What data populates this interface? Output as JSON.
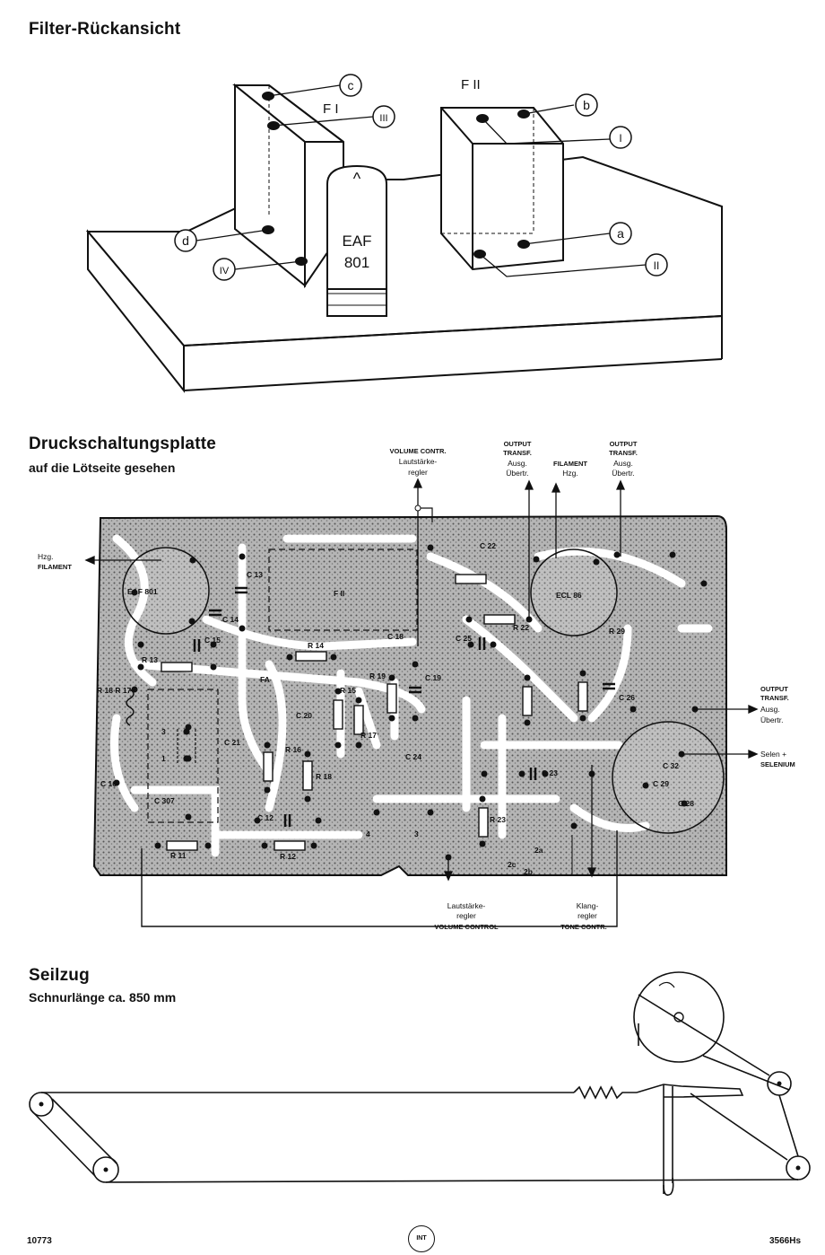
{
  "section1": {
    "title": "Filter-Rückansicht",
    "filter_labels": [
      "F I",
      "F II"
    ],
    "tube": [
      "EAF",
      "801"
    ],
    "tube_cap": "^",
    "points": [
      "c",
      "III",
      "d",
      "IV",
      "b",
      "I",
      "a",
      "II"
    ]
  },
  "section2": {
    "title": "Druckschaltungsplatte",
    "subtitle": "auf die Lötseite gesehen",
    "top_labels": {
      "volume": [
        "VOLUME CONTR.",
        "Lautstärke-",
        "regler"
      ],
      "output1": [
        "OUTPUT",
        "TRANSF.",
        "Ausg.",
        "Übertr."
      ],
      "filament": [
        "FILAMENT",
        "Hzg."
      ],
      "output2": [
        "OUTPUT",
        "TRANSF.",
        "Ausg.",
        "Übertr."
      ]
    },
    "left_labels": [
      "Hzg.",
      "FILAMENT"
    ],
    "right_labels": {
      "output": [
        "OUTPUT",
        "TRANSF.",
        "Ausg.",
        "Übertr."
      ],
      "selen": [
        "Selen +",
        "SELENIUM"
      ]
    },
    "bottom_labels": {
      "volume": [
        "Lautstärke-",
        "regler",
        "VOLUME CONTROL"
      ],
      "tone": [
        "Klang-",
        "regler",
        "TONE CONTR."
      ]
    },
    "components": [
      "EAF 801",
      "ECL 86",
      "F II",
      "C 13",
      "C 14",
      "C 15",
      "R 14",
      "R 13",
      "C 18",
      "R 19",
      "C 19",
      "C 25",
      "R 22",
      "R 29",
      "C 26",
      "C 22",
      "C 23",
      "C 24",
      "R 23",
      "C 32",
      "C 29",
      "C 28",
      "R 15",
      "R 17",
      "R 18",
      "R 11",
      "C 12",
      "R 12",
      "C 307",
      "C 20",
      "C 21",
      "R 16",
      "FA",
      "R 18 R 17",
      "C 16",
      "3",
      "1",
      "2c",
      "2a",
      "2b",
      "4",
      "3"
    ]
  },
  "section3": {
    "title": "Seilzug",
    "subtitle": "Schnurlänge ca. 850 mm"
  },
  "footer": {
    "left": "10773",
    "logo": "INT",
    "right": "3566Hs"
  }
}
